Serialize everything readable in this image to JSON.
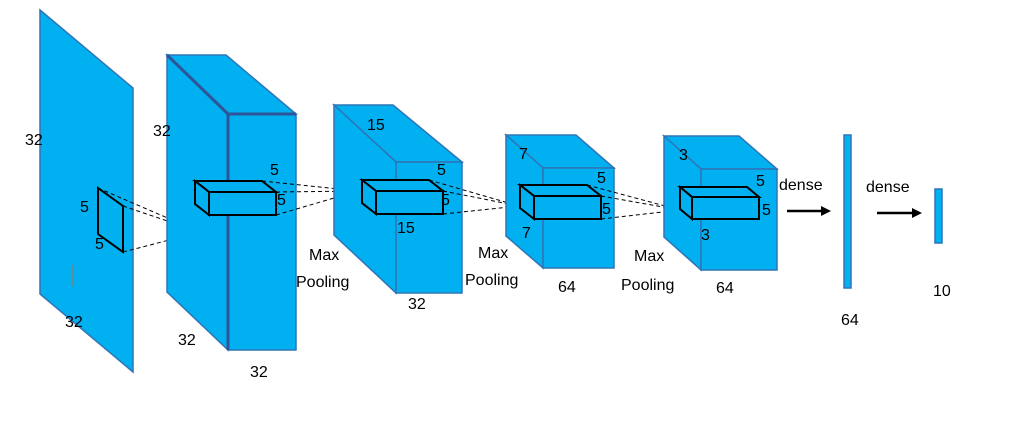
{
  "colors": {
    "block_fill": "#00B0F0",
    "block_stroke": "#2E75B6",
    "kernel_stroke": "#000000"
  },
  "input": {
    "height": "32",
    "width": "32",
    "kernel_h": "5",
    "kernel_w": "5"
  },
  "conv1": {
    "height": "32",
    "width": "32",
    "depth": "32",
    "kernel_h": "5",
    "kernel_w": "5"
  },
  "pool1": {
    "op_line1": "Max",
    "op_line2": "Pooling"
  },
  "conv2": {
    "height": "15",
    "width": "15",
    "depth": "32",
    "kernel_h": "5",
    "kernel_w": "5"
  },
  "pool2": {
    "op_line1": "Max",
    "op_line2": "Pooling"
  },
  "conv3": {
    "height": "7",
    "width": "7",
    "depth": "64",
    "kernel_h": "5",
    "kernel_w": "5"
  },
  "pool3": {
    "op_line1": "Max",
    "op_line2": "Pooling"
  },
  "conv4": {
    "height": "3",
    "width": "3",
    "depth": "64",
    "kernel_h": "5",
    "kernel_w": "5"
  },
  "dense1": {
    "label": "dense",
    "size": "64"
  },
  "dense2": {
    "label": "dense",
    "size": "10"
  }
}
